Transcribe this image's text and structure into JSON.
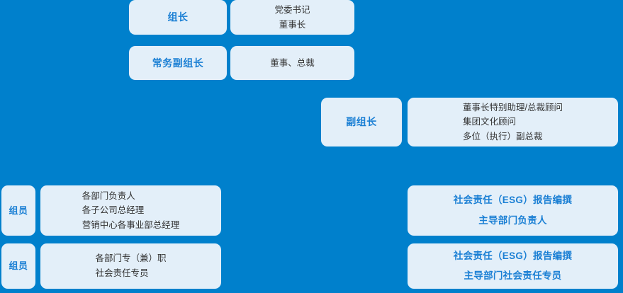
{
  "theme": {
    "background_color": "#0080cc",
    "card_color": "#e3eff9",
    "accent_text_color": "#1a7fd4",
    "body_text_color": "#333333"
  },
  "rows": [
    {
      "role": "组长",
      "details": [
        "党委书记",
        "董事长"
      ]
    },
    {
      "role": "常务副组长",
      "details": [
        "董事、总裁"
      ]
    },
    {
      "role": "副组长",
      "details": [
        "董事长特别助理/总裁顾问",
        "集团文化顾问",
        "多位（执行）副总裁"
      ]
    },
    {
      "role": "组员",
      "details": [
        "各部门负责人",
        "各子公司总经理",
        "营销中心各事业部总经理"
      ],
      "esg": [
        "社会责任（ESG）报告编撰",
        "主导部门负责人"
      ]
    },
    {
      "role": "组员",
      "details": [
        "各部门专（兼）职",
        "社会责任专员"
      ],
      "esg": [
        "社会责任（ESG）报告编撰",
        "主导部门社会责任专员"
      ]
    }
  ]
}
